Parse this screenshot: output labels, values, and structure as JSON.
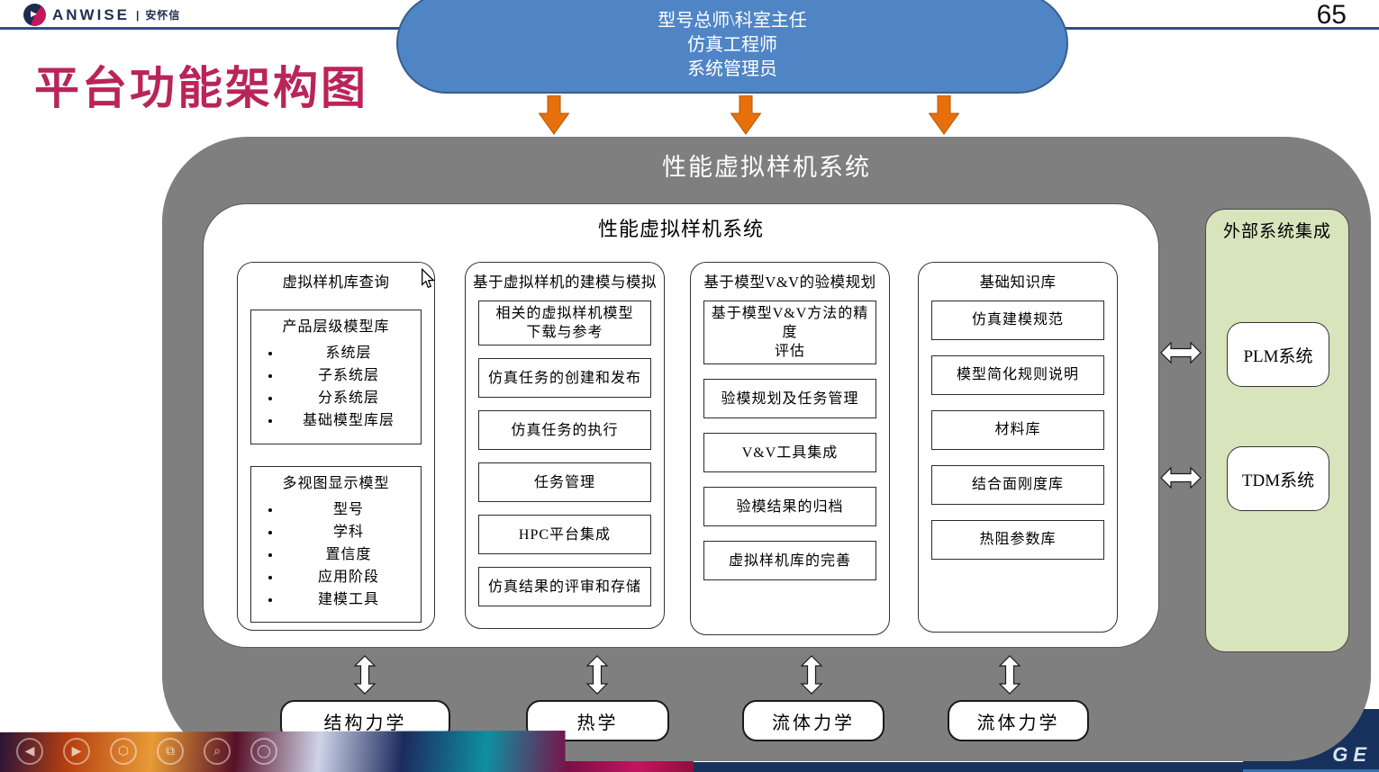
{
  "page": {
    "number": "65",
    "title": "平台功能架构图",
    "footer_text": "GE",
    "brand": {
      "en": "ANWISE",
      "divider": "|",
      "cn": "安怀信"
    }
  },
  "roles": {
    "lines": [
      "型号总师\\科室主任",
      "仿真工程师",
      "系统管理员"
    ]
  },
  "system": {
    "outer_title": "性能虚拟样机系统",
    "inner_title": "性能虚拟样机系统"
  },
  "columns": [
    {
      "title": "虚拟样机库查询",
      "boxes": [
        {
          "title": "产品层级模型库",
          "bullets": [
            "系统层",
            "子系统层",
            "分系统层",
            "基础模型库层"
          ]
        },
        {
          "title": "多视图显示模型",
          "bullets": [
            "型号",
            "学科",
            "置信度",
            "应用阶段",
            "建模工具"
          ]
        }
      ]
    },
    {
      "title": "基于虚拟样机的建模与模拟",
      "boxes": [
        {
          "label": "相关的虚拟样机模型\n下载与参考"
        },
        {
          "label": "仿真任务的创建和发布"
        },
        {
          "label": "仿真任务的执行"
        },
        {
          "label": "任务管理"
        },
        {
          "label": "HPC平台集成"
        },
        {
          "label": "仿真结果的评审和存储"
        }
      ]
    },
    {
      "title": "基于模型V&V的验模规划",
      "boxes": [
        {
          "label": "基于模型V&V方法的精度\n评估"
        },
        {
          "label": "验模规划及任务管理"
        },
        {
          "label": "V&V工具集成"
        },
        {
          "label": "验模结果的归档"
        },
        {
          "label": "虚拟样机库的完善"
        }
      ]
    },
    {
      "title": "基础知识库",
      "boxes": [
        {
          "label": "仿真建模规范"
        },
        {
          "label": "模型简化规则说明"
        },
        {
          "label": "材料库"
        },
        {
          "label": "结合面刚度库"
        },
        {
          "label": "热阻参数库"
        }
      ]
    }
  ],
  "external": {
    "title": "外部系统集成",
    "systems": [
      "PLM系统",
      "TDM系统"
    ]
  },
  "bottom_modules": [
    "结构力学",
    "热学",
    "流体力学",
    "流体力学"
  ],
  "strip_icons": [
    {
      "name": "prev-icon",
      "glyph": "◀",
      "interactable": true
    },
    {
      "name": "next-icon",
      "glyph": "▶",
      "interactable": true
    },
    {
      "name": "hexagon-icon",
      "glyph": "⬡",
      "interactable": false
    },
    {
      "name": "frame-icon",
      "glyph": "⧉",
      "interactable": false
    },
    {
      "name": "magnifier-icon",
      "glyph": "⌕",
      "interactable": true
    },
    {
      "name": "circle-icon",
      "glyph": "◯",
      "interactable": false
    }
  ],
  "colors": {
    "accent_blue": "#5085C5",
    "arrow_orange": "#E8700A",
    "container_gray": "#7F7F7F",
    "external_green": "#D7E4BC",
    "title_magenta": "#B92558",
    "header_navy": "#2E4E8E",
    "footer_navy": "#16325C"
  }
}
